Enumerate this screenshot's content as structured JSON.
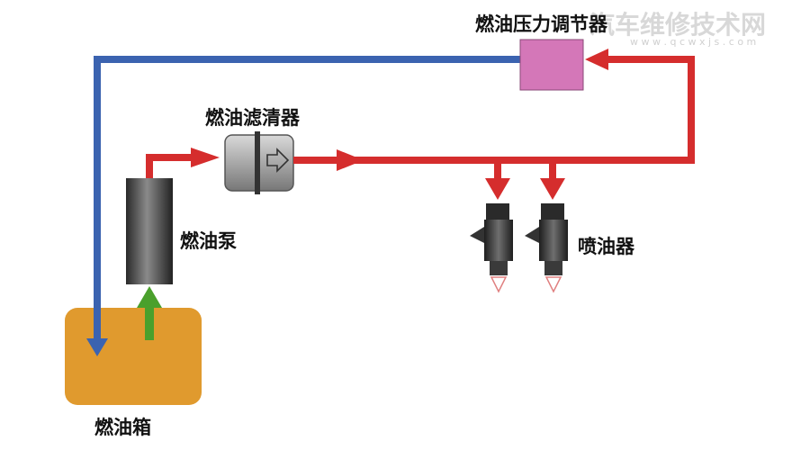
{
  "labels": {
    "regulator": "燃油压力调节器",
    "filter": "燃油滤清器",
    "pump": "燃油泵",
    "injector": "喷油器",
    "tank": "燃油箱"
  },
  "watermark": {
    "title": "汽车维修技术网",
    "url": "w w w . q c w x j s . c o m"
  },
  "colors": {
    "supply_line": "#d52d2d",
    "return_line": "#3b63b0",
    "intake_arrow": "#4aa02c",
    "tank": "#e09a2e",
    "regulator": "#d477b8"
  }
}
